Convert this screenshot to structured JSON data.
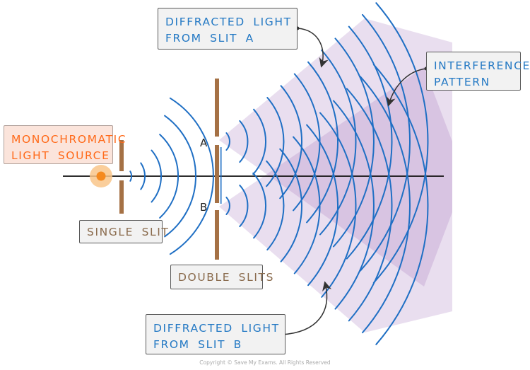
{
  "labels": {
    "diffracted_a": [
      "DIFFRACTED  LIGHT",
      "FROM  SLIT  A"
    ],
    "interference": [
      "INTERFERENCE",
      "PATTERN"
    ],
    "source": [
      "MONOCHROMATIC",
      "LIGHT  SOURCE"
    ],
    "single_slit": "SINGLE  SLIT",
    "double_slits": "DOUBLE  SLITS",
    "diffracted_b": [
      "DIFFRACTED  LIGHT",
      "FROM  SLIT  B"
    ],
    "slit_a": "A",
    "slit_b": "B"
  },
  "copyright": "Copyright © Save My Exams. All Rights Reserved",
  "colors": {
    "wave": "#1f6fc4",
    "fan": "#9a68b8",
    "fan_overlap": "#8e55ad",
    "slit": "#a57145",
    "source_glow": "#f9c68a",
    "source_core": "#f58a1f",
    "axis": "#111111"
  }
}
